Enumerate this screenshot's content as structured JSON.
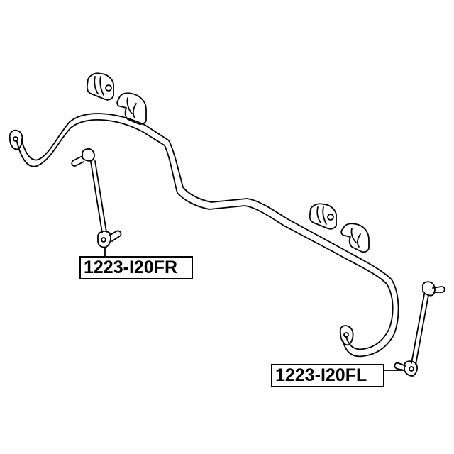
{
  "diagram": {
    "subject": "Front stabilizer bar assembly exploded view",
    "parts": [
      {
        "id": "stabilizer-bar",
        "description": "Stabilizer bar"
      },
      {
        "id": "bushing-right",
        "description": "Stabilizer bar bushing with bracket (upper-left)"
      },
      {
        "id": "bushing-left",
        "description": "Stabilizer bar bushing with bracket (right)"
      },
      {
        "id": "link-front-right",
        "description": "Stabilizer link, front right"
      },
      {
        "id": "link-front-left",
        "description": "Stabilizer link, front left"
      }
    ],
    "labels": {
      "front_right": "1223-I20FR",
      "front_left": "1223-I20FL"
    },
    "colors": {
      "line": "#000000",
      "background": "#ffffff"
    }
  }
}
